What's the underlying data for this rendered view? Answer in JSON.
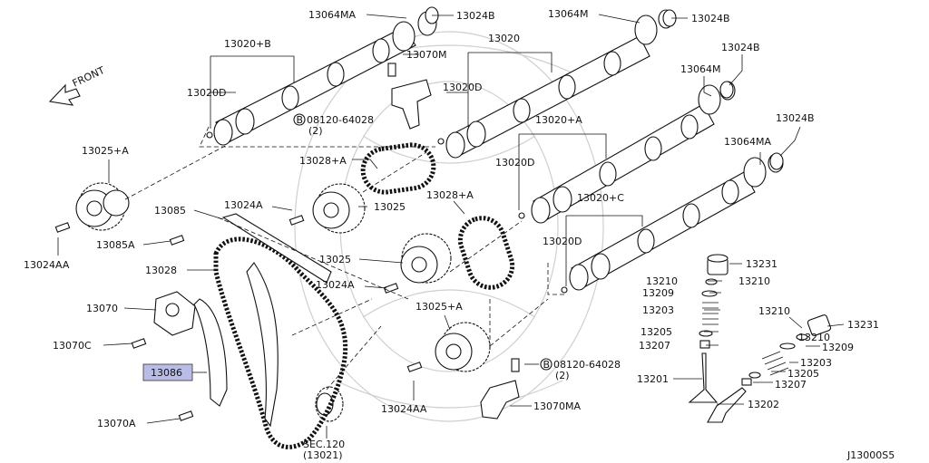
{
  "diagram": {
    "labels": {
      "l13064MA_top": "13064MA",
      "l13024B_a": "13024B",
      "l13064M_top": "13064M",
      "l13024B_b": "13024B",
      "l13020B": "13020+B",
      "l13070M": "13070M",
      "l13020": "13020",
      "l13024B_c": "13024B",
      "l13064M_mid": "13064M",
      "l13020D_a": "13020D",
      "l13020D_b": "13020D",
      "l08120_a": "08120-64028",
      "l08120_a_qty": "(2)",
      "l13020A": "13020+A",
      "l13024B_d": "13024B",
      "l13064MA_mid": "13064MA",
      "l13025A_top": "13025+A",
      "l13028A_a": "13028+A",
      "l13020D_c": "13020D",
      "l13028A_b": "13028+A",
      "l13020C": "13020+C",
      "l13085": "13085",
      "l13024A_a": "13024A",
      "l13025_a": "13025",
      "l13020D_d": "13020D",
      "l13085A": "13085A",
      "l13024AA_a": "13024AA",
      "l13028": "13028",
      "l13025_b": "13025",
      "l13231_a": "13231",
      "l13210_a": "13210",
      "l13210_b": "13210",
      "l13024A_b": "13024A",
      "l13209_a": "13209",
      "l13070": "13070",
      "l13025A_mid": "13025+A",
      "l13203_a": "13203",
      "l13210_c": "13210",
      "l13231_b": "13231",
      "l13210_d": "13210",
      "l13205_a": "13205",
      "l13209_b": "13209",
      "l13070C": "13070C",
      "l13207_a": "13207",
      "l08120_b": "08120-64028",
      "l08120_b_qty": "(2)",
      "l13203_b": "13203",
      "l13086": "13086",
      "l13205_b": "13205",
      "l13207_b": "13207",
      "l13201": "13201",
      "l13070MA": "13070MA",
      "l13024AA_b": "13024AA",
      "l13202": "13202",
      "l13070A": "13070A",
      "lsec": "SEC.120",
      "lsec_num": "(13021)",
      "front": "FRONT",
      "bolt_b": "B",
      "code": "J13000S5"
    }
  }
}
